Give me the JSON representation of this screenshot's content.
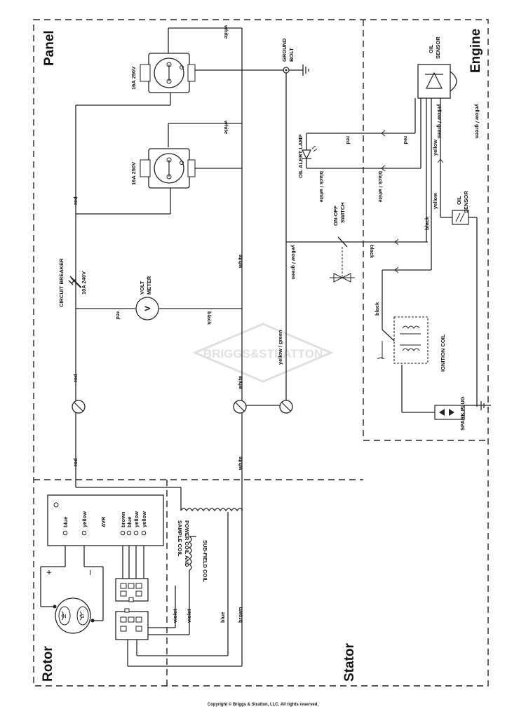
{
  "zones": {
    "panel": "Panel",
    "engine": "Engine",
    "rotor": "Rotor",
    "stator": "Stator"
  },
  "outlets": {
    "top": "16A 250V",
    "bottom": "16A 250V"
  },
  "ground": {
    "l1": "GROUND",
    "l2": "BOLT"
  },
  "oil_lamp": "OIL ALERT LAMP",
  "oil_sensor_top": {
    "l1": "OIL",
    "l2": "SENSOR"
  },
  "oil_sensor_mid": {
    "l1": "OIL",
    "l2": "SENSOR"
  },
  "switch": {
    "l1": "ON-OFF",
    "l2": "SWITCH"
  },
  "breaker": {
    "name": "CIRCUIT BREAKER",
    "rating": "10A 240V"
  },
  "voltmeter": {
    "l1": "VOLT",
    "l2": "METER",
    "symbol": "V"
  },
  "ignition_coil": "IGNITION COIL",
  "spark_plug": "SPARK PLUG",
  "avr": {
    "name": "AVR",
    "left_terms": [
      "blue",
      "yellow"
    ],
    "right_terms": [
      "brown",
      "blue",
      "yellow",
      "yellow"
    ]
  },
  "power_coil": {
    "l1": "POWER COIL AND",
    "l2": "SAMPLE COIL"
  },
  "subfield_coil": "SUB-FIELD COIL",
  "wires": {
    "white": "white",
    "red": "red",
    "black": "black",
    "yellow": "yellow",
    "yellow_green": "yellow / green",
    "black_white": "black / white",
    "violet": "violet",
    "blue": "blue",
    "brown": "brown"
  },
  "rotor_terms": {
    "plus": "+",
    "minus": "–",
    "n": "N",
    "s": "S"
  },
  "watermark": "BRIGGS&STRATTON",
  "copyright": "Copyright © Briggs & Stratton, LLC. All rights reserved."
}
